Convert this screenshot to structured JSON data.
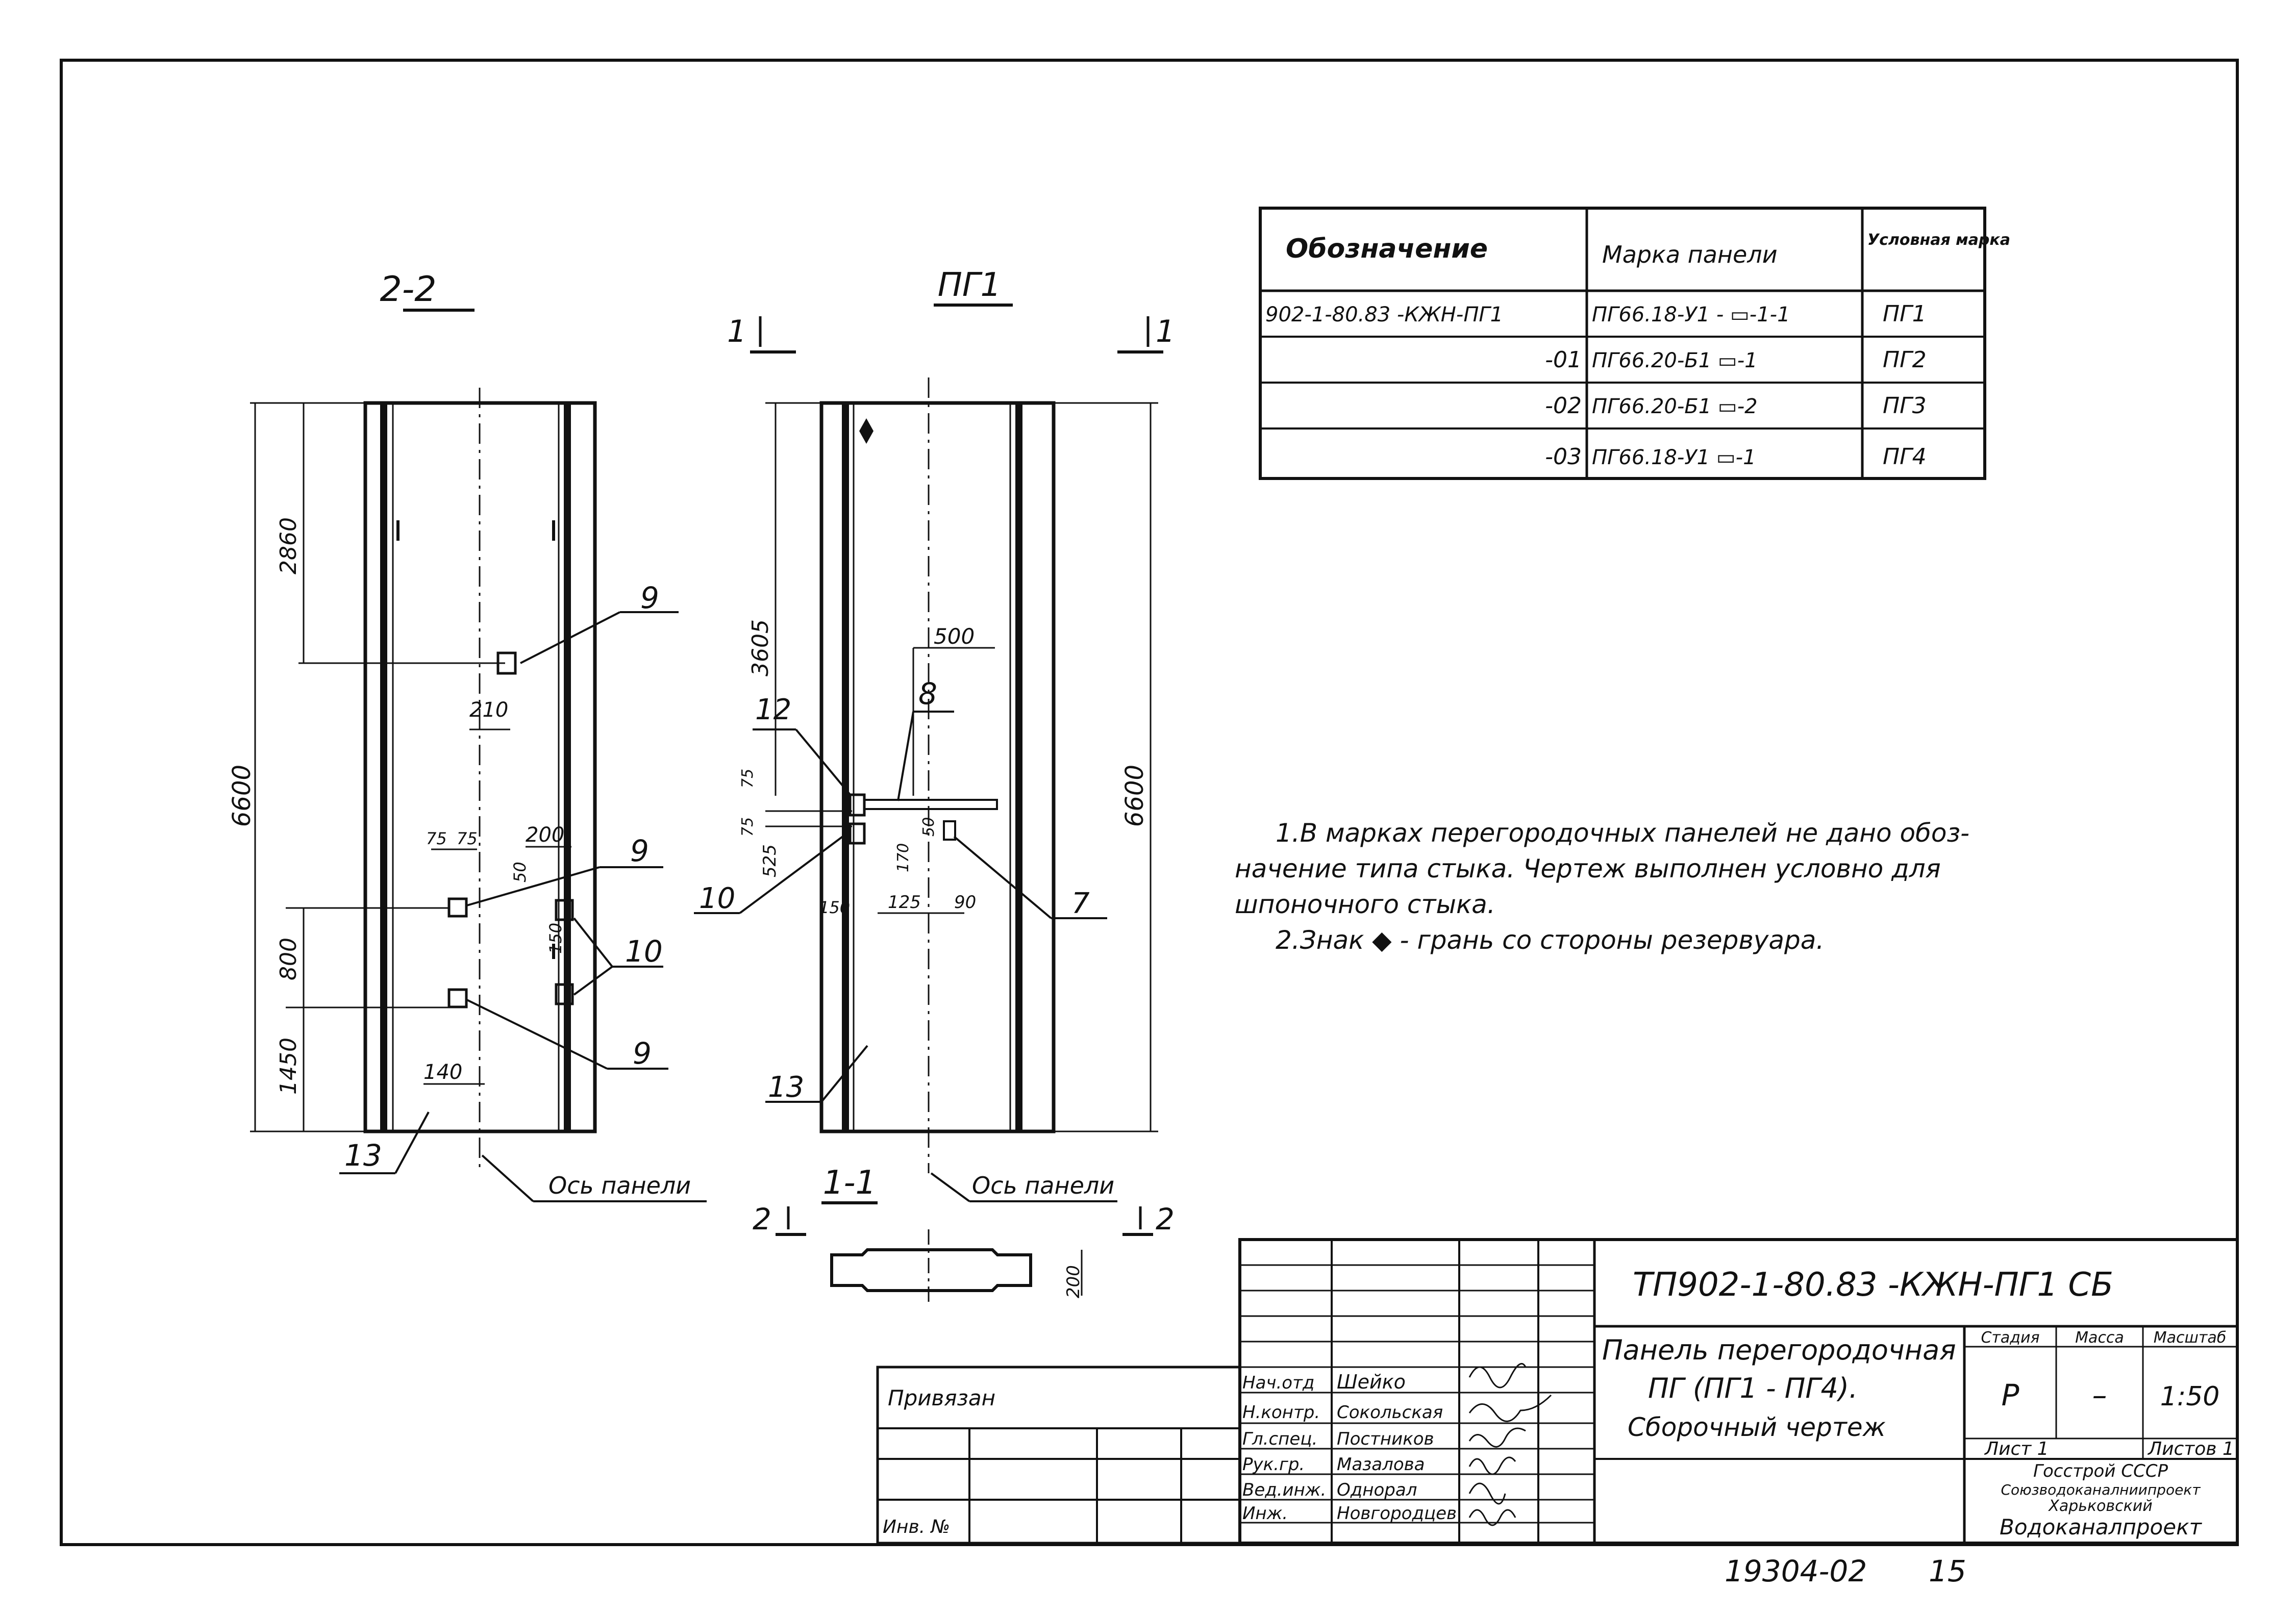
{
  "spec_table": {
    "headers": [
      "Обозначение",
      "Марка панели",
      "Условная марка"
    ],
    "rows": [
      {
        "designation": "902-1-80.83 -КЖН-ПГ1",
        "panel_mark": "ПГ66.18-У1 - ▭-1-1",
        "cond_mark": "ПГ1"
      },
      {
        "designation": "-01",
        "panel_mark": "ПГ66.20-Б1  ▭-1",
        "cond_mark": "ПГ2"
      },
      {
        "designation": "-02",
        "panel_mark": "ПГ66.20-Б1  ▭-2",
        "cond_mark": "ПГ3"
      },
      {
        "designation": "-03",
        "panel_mark": "ПГ66.18-У1  ▭-1",
        "cond_mark": "ПГ4"
      }
    ]
  },
  "views": {
    "section_22": {
      "title": "2-2",
      "dims": {
        "total": "6600",
        "top": "2860",
        "bottom": "1450",
        "mid": "800",
        "d210": "210",
        "d200": "200",
        "d75a": "75",
        "d75b": "75",
        "d150": "150",
        "d50": "50",
        "d140": "140"
      },
      "callouts": [
        "9",
        "9",
        "9",
        "10",
        "13"
      ],
      "axis_label": "Ось панели"
    },
    "front_pg1": {
      "title": "ПГ1",
      "cut_mark_left": "1",
      "cut_mark_right": "1",
      "dims": {
        "total": "6600",
        "d3605": "3605",
        "d500": "500",
        "d75a": "75",
        "d75b": "75",
        "d525": "525",
        "d150": "150",
        "d125": "125",
        "d90": "90",
        "d170": "170",
        "d50": "50"
      },
      "callouts": [
        "12",
        "8",
        "10",
        "7",
        "13"
      ],
      "axis_label": "Ось панели"
    },
    "section_11": {
      "title": "1-1",
      "cut_mark_left": "2",
      "cut_mark_right": "2",
      "dim": "200"
    }
  },
  "notes": [
    "1.В марках перегородочных панелей не дано обоз-",
    "начение типа стыка. Чертеж выполнен условно для",
    "шпоночного стыка.",
    "2.Знак ◆ - грань со стороны резервуара."
  ],
  "title_block": {
    "code": "ТП902-1-80.83 -КЖН-ПГ1 СБ",
    "name_lines": [
      "Панель перегородочная",
      "ПГ (ПГ1 - ПГ4).",
      "Сборочный чертеж"
    ],
    "stage_header": "Стадия",
    "mass_header": "Масса",
    "scale_header": "Масштаб",
    "stage": "Р",
    "mass": "–",
    "scale": "1:50",
    "sheet": "Лист 1",
    "sheets": "Листов 1",
    "org_lines": [
      "Госстрой СССР",
      "Союзводоканалниипроект",
      "Харьковский",
      "Водоканалпроект"
    ],
    "privyazan": "Привязан",
    "inv": "Инв. №",
    "roles": [
      {
        "role": "Нач.отд",
        "name": "Шейко"
      },
      {
        "role": "Н.контр.",
        "name": "Сокольская"
      },
      {
        "role": "Гл.спец.",
        "name": "Постников"
      },
      {
        "role": "Рук.гр.",
        "name": "Мазалова"
      },
      {
        "role": "Вед.инж.",
        "name": "Однорал"
      },
      {
        "role": "Инж.",
        "name": "Новгородцев"
      }
    ]
  },
  "footer_number": "19304-02",
  "footer_sheet": "15"
}
